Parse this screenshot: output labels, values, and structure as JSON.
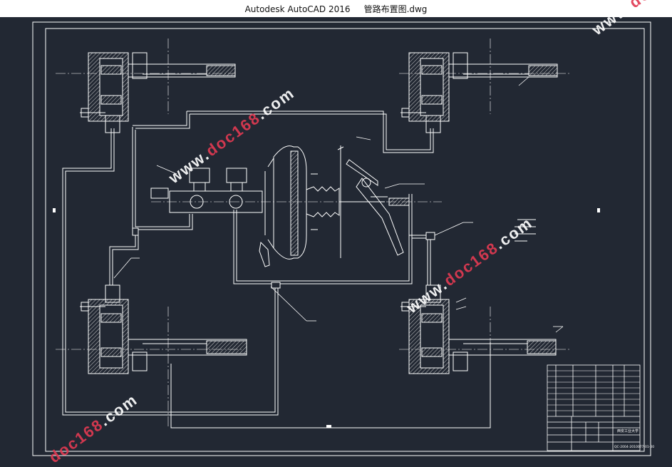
{
  "window": {
    "title": "Autodesk AutoCAD 2016",
    "file_name": "管路布置图.dwg"
  },
  "watermark": {
    "text_prefix": "www.",
    "text_brand": "doc168",
    "text_suffix": ".com",
    "color": "#e03a52"
  },
  "colors": {
    "background": "#222833",
    "lines": "#ffffff",
    "hatch": "#cfcfcf"
  },
  "title_block": {
    "school_label": "西安工业大学",
    "drawing_number": "QC-2004-2010077-01-00"
  }
}
